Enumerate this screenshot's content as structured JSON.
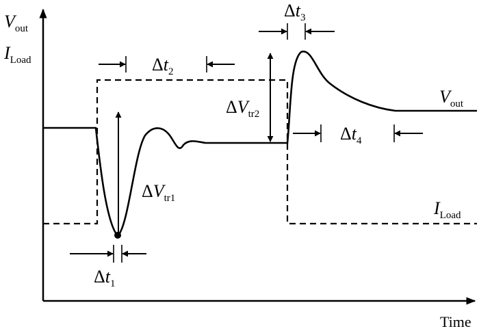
{
  "axes": {
    "y_label_1": {
      "main": "V",
      "sub": "out"
    },
    "y_label_2": {
      "main": "I",
      "sub": "Load"
    },
    "x_label": "Time"
  },
  "curves": {
    "vout_label": {
      "main": "V",
      "sub": "out"
    },
    "iload_label": {
      "main": "I",
      "sub": "Load"
    }
  },
  "annotations": {
    "dt1": {
      "delta": "Δ",
      "main": "t",
      "sub": "1"
    },
    "dt2": {
      "delta": "Δ",
      "main": "t",
      "sub": "2"
    },
    "dt3": {
      "delta": "Δ",
      "main": "t",
      "sub": "3"
    },
    "dt4": {
      "delta": "Δ",
      "main": "t",
      "sub": "4"
    },
    "dvtr1": {
      "delta": "Δ",
      "main": "V",
      "sub": "tr1"
    },
    "dvtr2": {
      "delta": "Δ",
      "main": "V",
      "sub": "tr2"
    }
  }
}
